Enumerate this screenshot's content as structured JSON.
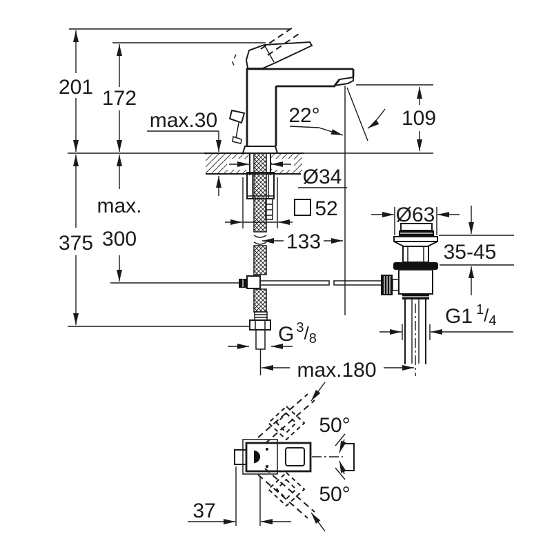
{
  "colors": {
    "line": "#1a1a1a",
    "background": "#ffffff"
  },
  "labels": {
    "dim_201": "201",
    "dim_172": "172",
    "dim_375": "375",
    "dim_max": "max.",
    "dim_300": "300",
    "dim_max30": "max.30",
    "angle_22": "22°",
    "dim_109": "109",
    "dia_34": "Ø34",
    "sq_52": "52",
    "dim_133": "133",
    "dia_63": "Ø63",
    "dim_35_45": "35-45",
    "thread_g38_prefix": "G",
    "thread_g38_num": "3",
    "thread_g38_slash": "/",
    "thread_g38_den": "8",
    "thread_g114_prefix": "G1",
    "thread_g114_num": "1",
    "thread_g114_slash": "/",
    "thread_g114_den": "4",
    "dim_max180": "max.180",
    "angle_50_upper": "50°",
    "angle_50_lower": "50°",
    "dim_37": "37"
  }
}
